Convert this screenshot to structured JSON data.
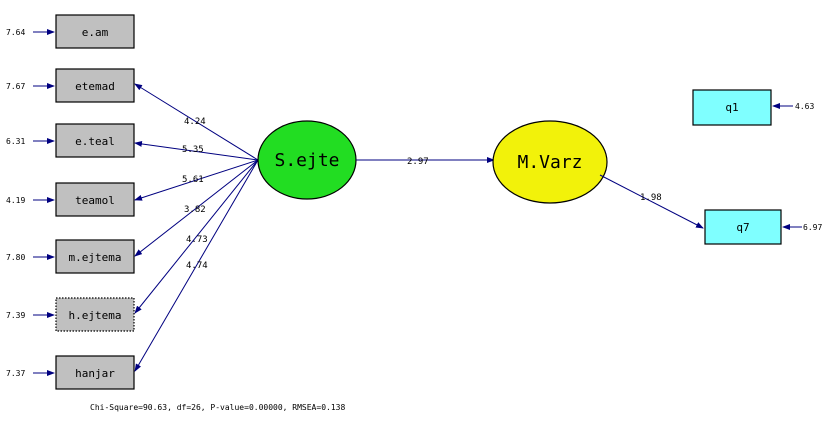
{
  "observed": [
    {
      "label": "e.am",
      "error": "7.64"
    },
    {
      "label": "etemad",
      "error": "7.67"
    },
    {
      "label": "e.teal",
      "error": "6.31"
    },
    {
      "label": "teamol",
      "error": "4.19"
    },
    {
      "label": "m.ejtema",
      "error": "7.80"
    },
    {
      "label": "h.ejtema",
      "error": "7.39"
    },
    {
      "label": "hanjar",
      "error": "7.37"
    }
  ],
  "latent": {
    "s": "S.ejte",
    "m": "M.Varz"
  },
  "paths": {
    "etemad": "4.24",
    "e_teal": "5.35",
    "teamol": "5.61",
    "m_ejtema": "3.82",
    "h_ejtema": "4.73",
    "hanjar": "4.74",
    "s_to_m": "2.97",
    "m_to_q7": "1.98"
  },
  "right": [
    {
      "label": "q1",
      "error": "4.63"
    },
    {
      "label": "q7",
      "error": "6.97"
    }
  ],
  "fit": "Chi-Square=90.63, df=26, P-value=0.00000, RMSEA=0.138",
  "colors": {
    "s_node": "#22dd22",
    "m_node": "#f2f20a",
    "observed": "#c0c0c0",
    "cyan": "#7fffff",
    "arrows": "#000080"
  }
}
